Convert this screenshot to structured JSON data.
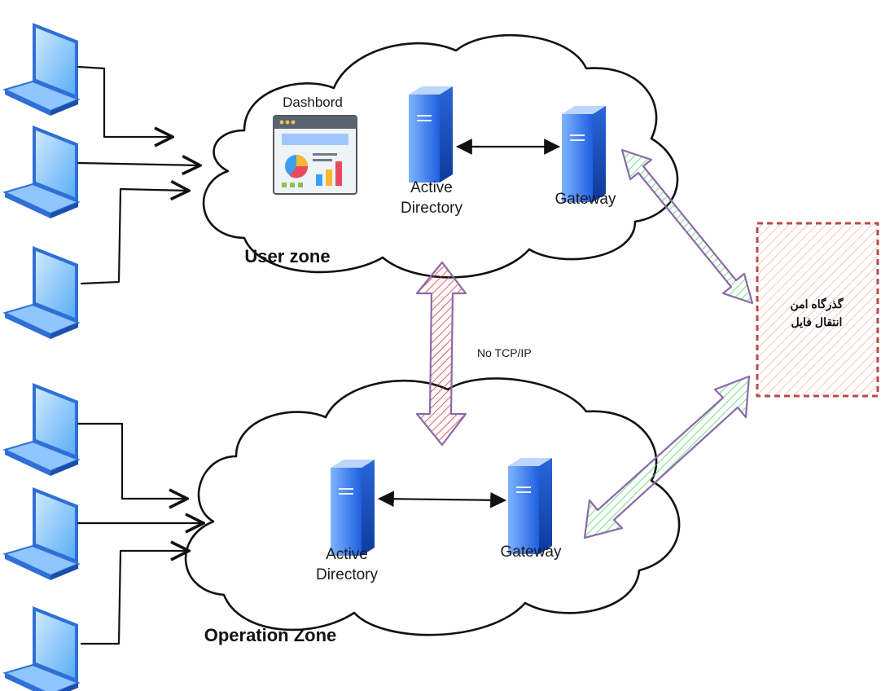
{
  "user_zone": {
    "title": "User zone",
    "dashboard_label": "Dashbord",
    "active_directory_line1": "Active",
    "active_directory_line2": "Directory",
    "gateway_label": "Gateway"
  },
  "operation_zone": {
    "title": "Operation Zone",
    "active_directory_line1": "Active",
    "active_directory_line2": "Directory",
    "gateway_label": "Gateway"
  },
  "isolation": {
    "label": "No TCP/IP",
    "color": "#e0303a"
  },
  "secure_gateway": {
    "line1": "گذرگاه امن",
    "line2": "انتقال فایل",
    "border_color": "#b84a4a",
    "hatch_color": "#f0a0a0"
  },
  "transfer_links": {
    "color": "#4cd964",
    "outline_color": "#8a6aa8"
  },
  "icons": {
    "client": "laptop-icon",
    "server": "server-icon",
    "dashboard": "dashboard-icon"
  }
}
